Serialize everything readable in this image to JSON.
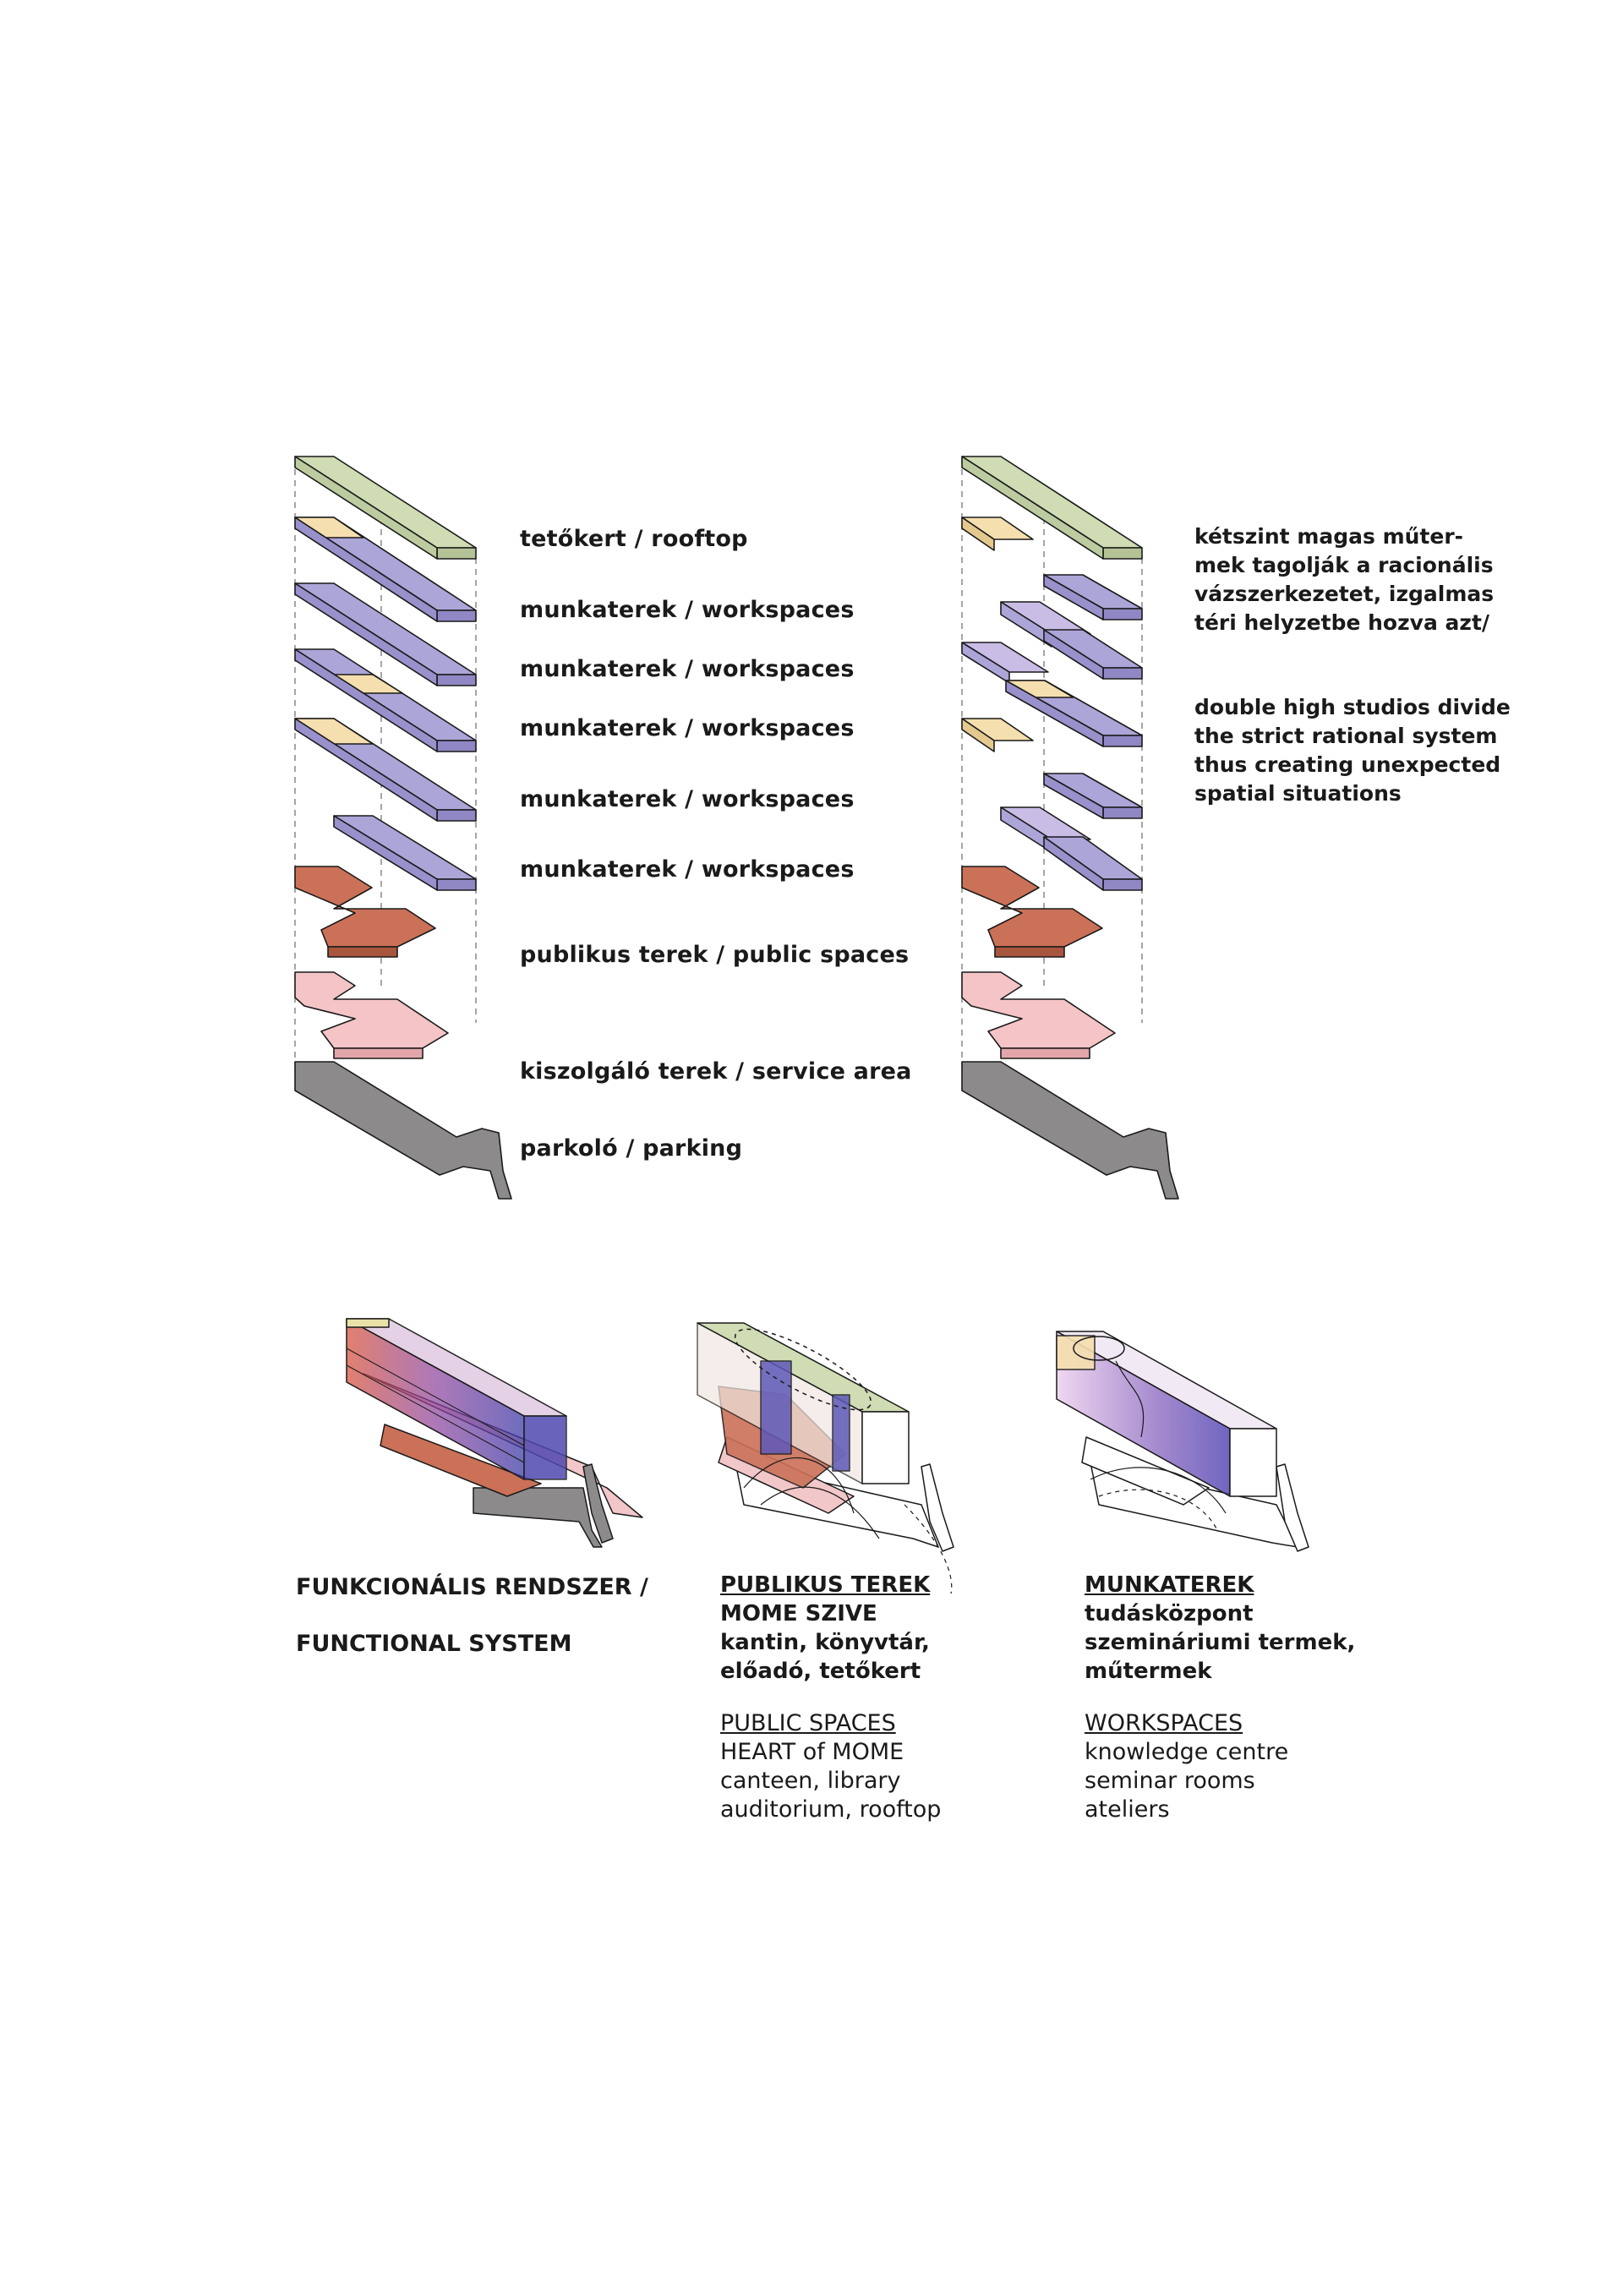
{
  "layer_labels": [
    "tetőkert / rooftop",
    "munkaterek / workspaces",
    "munkaterek / workspaces",
    "munkaterek / workspaces",
    "munkaterek / workspaces",
    "munkaterek / workspaces",
    "publikus terek / public spaces",
    "kiszolgáló terek / service area",
    "parkoló / parking"
  ],
  "note_hu": [
    "kétszint magas műter-",
    "mek tagolják a racionális",
    "vázszerkezetet, izgalmas",
    "téri helyzetbe hozva azt/"
  ],
  "note_en": [
    "double high studios divide",
    "the strict rational system",
    "thus creating unexpected",
    "spatial situations"
  ],
  "functional": {
    "line1": "FUNKCIONÁLIS RENDSZER /",
    "line2": "FUNCTIONAL SYSTEM"
  },
  "public": {
    "head_hu": "PUBLIKUS TEREK",
    "sub_hu": "MOME SZIVE",
    "body_hu": [
      "kantin, könyvtár,",
      "előadó, tetőkert"
    ],
    "head_en": "PUBLIC SPACES",
    "sub_en": "HEART of MOME",
    "body_en": [
      "canteen, library",
      "auditorium, rooftop"
    ]
  },
  "work": {
    "head_hu": "MUNKATEREK",
    "body_hu": [
      "tudásközpont",
      "szemináriumi termek,",
      "műtermek"
    ],
    "head_en": "WORKSPACES",
    "body_en": [
      "knowledge centre",
      "seminar rooms",
      "ateliers"
    ]
  },
  "colors": {
    "rooftop": "#cfdcb4",
    "workspace": "#aca5d8",
    "workspace_light": "#c9bde6",
    "studio": "#f6dfae",
    "public": "#cb7158",
    "service": "#f4c4c6",
    "parking": "#8d8a8c",
    "outline": "#1a1a1a"
  }
}
